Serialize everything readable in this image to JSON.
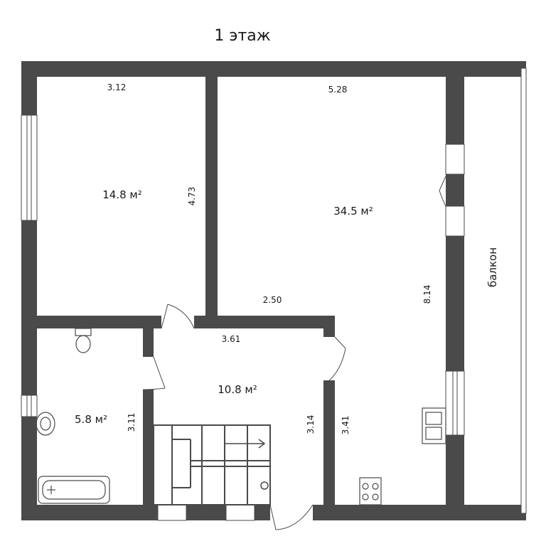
{
  "title": "1 этаж",
  "rooms": [
    {
      "area": "14.8 м²",
      "width": "3.12",
      "depth": "4.73"
    },
    {
      "area": "34.5 м²",
      "width": "5.28",
      "depth": "8.14",
      "inner_width": "2.50",
      "inner_depth": "3.41"
    },
    {
      "area": "10.8 м²",
      "width": "3.61",
      "depth": "3.14"
    },
    {
      "area": "5.8 м²",
      "depth": "3.11"
    }
  ],
  "balcony": "балкон",
  "colors": {
    "wall": "#4a4a4a",
    "background": "#ffffff",
    "text": "#1a1a1a"
  }
}
